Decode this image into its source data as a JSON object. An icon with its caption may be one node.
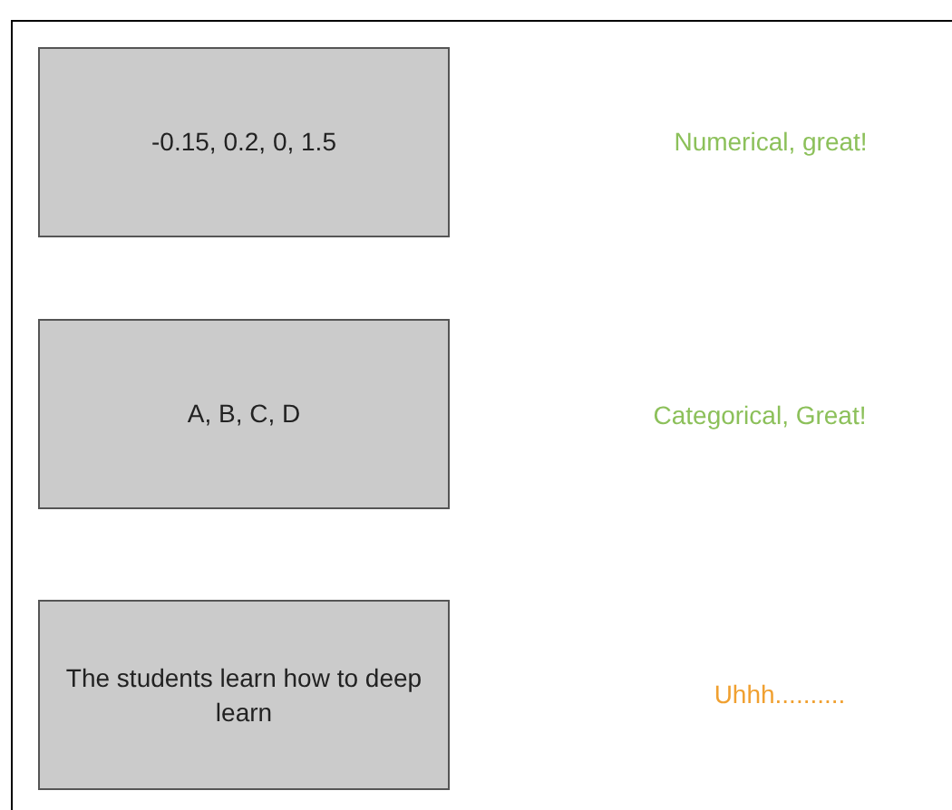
{
  "diagram": {
    "nodes": [
      {
        "text": [
          "-0.15, 0.2, 0, 1.5"
        ]
      },
      {
        "text": [
          "A, B, C, D"
        ]
      },
      {
        "text": [
          "The students learn how to deep learn"
        ]
      }
    ],
    "labels": [
      "Numerical, great!",
      "Categorical, Great!",
      "Uhhh.........."
    ]
  }
}
